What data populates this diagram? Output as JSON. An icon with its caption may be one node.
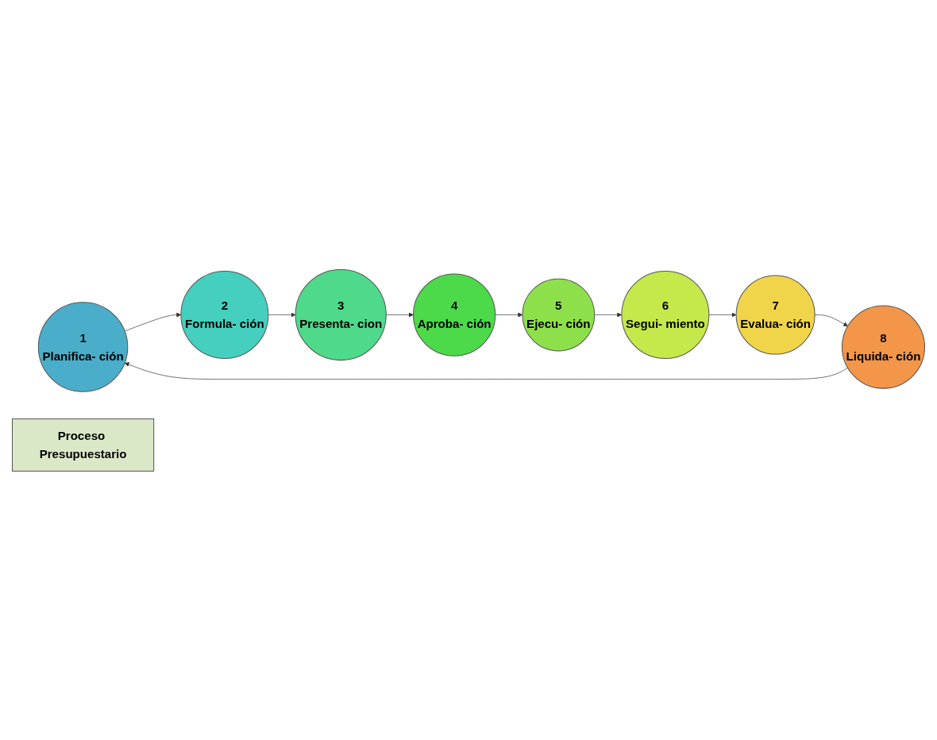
{
  "diagram": {
    "nodes": [
      {
        "text": [
          "1",
          "Planifica- ción"
        ]
      },
      {
        "text": [
          "2",
          "Formula- ción"
        ]
      },
      {
        "text": [
          "3",
          "Presenta- cion"
        ]
      },
      {
        "text": [
          "4",
          "Aproba- ción"
        ]
      },
      {
        "text": [
          "5",
          "Ejecu- ción"
        ]
      },
      {
        "text": [
          "6",
          "Segui- miento"
        ]
      },
      {
        "text": [
          "7",
          "Evalua- ción"
        ]
      },
      {
        "text": [
          "8",
          "Liquida- ción"
        ]
      },
      {
        "text": [
          "Proceso Presupuestario"
        ]
      }
    ],
    "edges": [
      {
        "from": 0,
        "to": 1,
        "arrow": "to"
      },
      {
        "from": 1,
        "to": 2,
        "arrow": "to"
      },
      {
        "from": 2,
        "to": 3,
        "arrow": "to"
      },
      {
        "from": 3,
        "to": 4,
        "arrow": "to"
      },
      {
        "from": 4,
        "to": 5,
        "arrow": "to"
      },
      {
        "from": 5,
        "to": 6,
        "arrow": "to"
      },
      {
        "from": 6,
        "to": 7,
        "arrow": "to"
      },
      {
        "from": 7,
        "to": 0,
        "arrow": "to"
      }
    ]
  }
}
